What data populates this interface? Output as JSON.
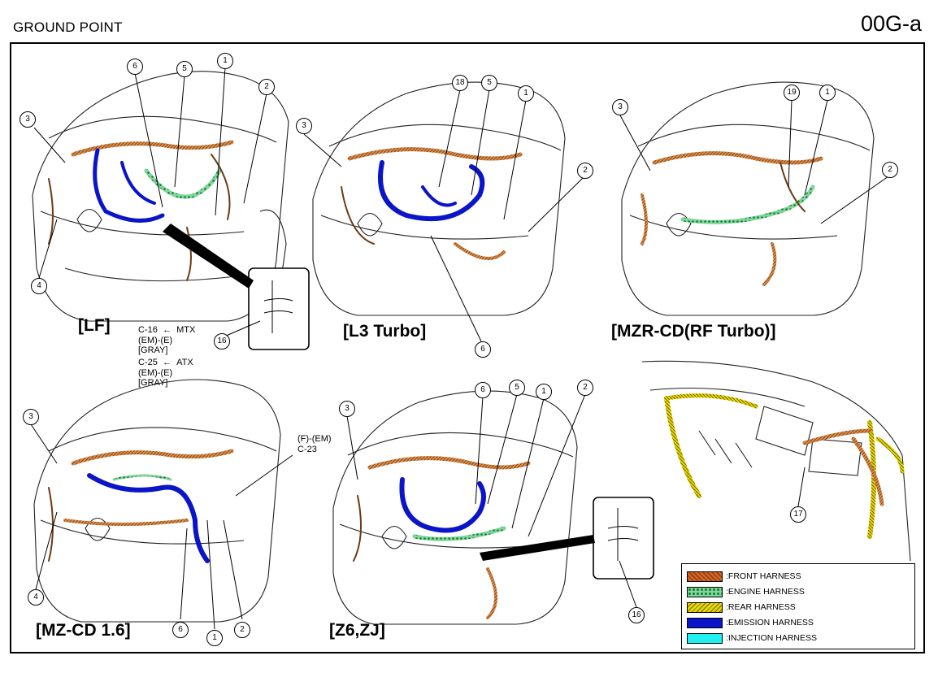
{
  "header": {
    "title": "GROUND POINT",
    "page_code": "00G-a"
  },
  "views": {
    "lf": {
      "label": "[LF]"
    },
    "l3": {
      "label": "[L3 Turbo]"
    },
    "mzr": {
      "label": "[MZR-CD(RF Turbo)]"
    },
    "mz": {
      "label": "[MZ-CD 1.6]"
    },
    "z6": {
      "label": "[Z6,ZJ]"
    }
  },
  "notes": {
    "c16": {
      "line1": "C-16",
      "line2": "(EM)-(E)",
      "line3": "[GRAY]",
      "tag": "MTX"
    },
    "c25": {
      "line1": "C-25",
      "line2": "(EM)-(E)",
      "line3": "[GRAY]",
      "tag": "ATX"
    },
    "c23": {
      "line1": "(F)-(EM)",
      "line2": "C-23"
    }
  },
  "callouts": {
    "lf": [
      "6",
      "5",
      "1",
      "2",
      "3",
      "4",
      "16"
    ],
    "l3": [
      "18",
      "5",
      "1",
      "3",
      "2",
      "6"
    ],
    "mzr": [
      "3",
      "19",
      "1",
      "2"
    ],
    "mz": [
      "3",
      "4",
      "6",
      "1",
      "2"
    ],
    "z6": [
      "3",
      "6",
      "5",
      "1",
      "2",
      "16"
    ],
    "rear": [
      "17"
    ]
  },
  "legend": [
    {
      "label": ":FRONT HARNESS",
      "color": "#c8742e"
    },
    {
      "label": ":ENGINE HARNESS",
      "color": "#2e9a56"
    },
    {
      "label": ":REAR HARNESS",
      "color": "#e8d800"
    },
    {
      "label": ":EMISSION HARNESS",
      "color": "#0a14c8"
    },
    {
      "label": ":INJECTION HARNESS",
      "color": "#22f0f0"
    }
  ]
}
